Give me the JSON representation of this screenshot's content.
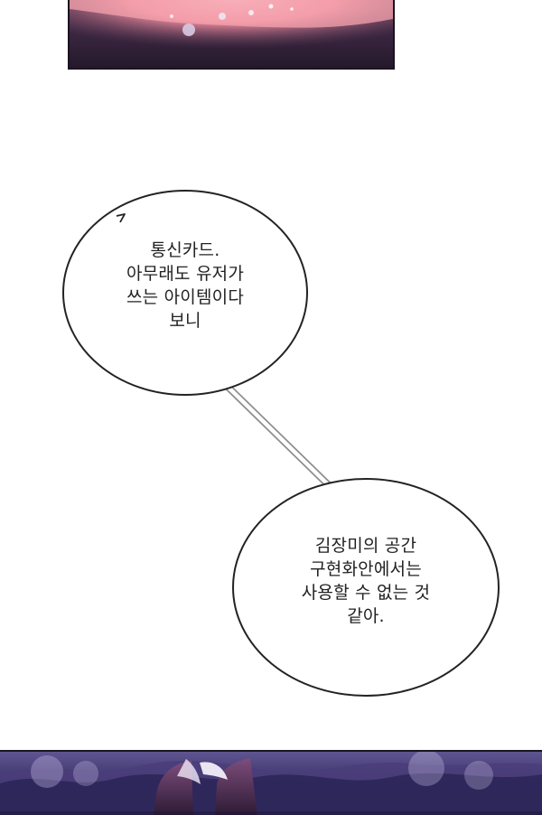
{
  "panels": {
    "top": {
      "palette": [
        "#5a3a55",
        "#f2a1ad",
        "#d6c2db",
        "#24192b"
      ]
    },
    "bottom": {
      "palette": [
        "#5f5590",
        "#d9d0ef",
        "#241f48",
        "#4a1f4a"
      ]
    }
  },
  "speech_bubbles": [
    {
      "lines": [
        "통신카드.",
        "아무래도 유저가",
        "쓰는 아이템이다",
        "보니"
      ]
    },
    {
      "lines": [
        "김장미의 공간",
        "구현화안에서는",
        "사용할 수 없는 것",
        "같아."
      ]
    }
  ]
}
